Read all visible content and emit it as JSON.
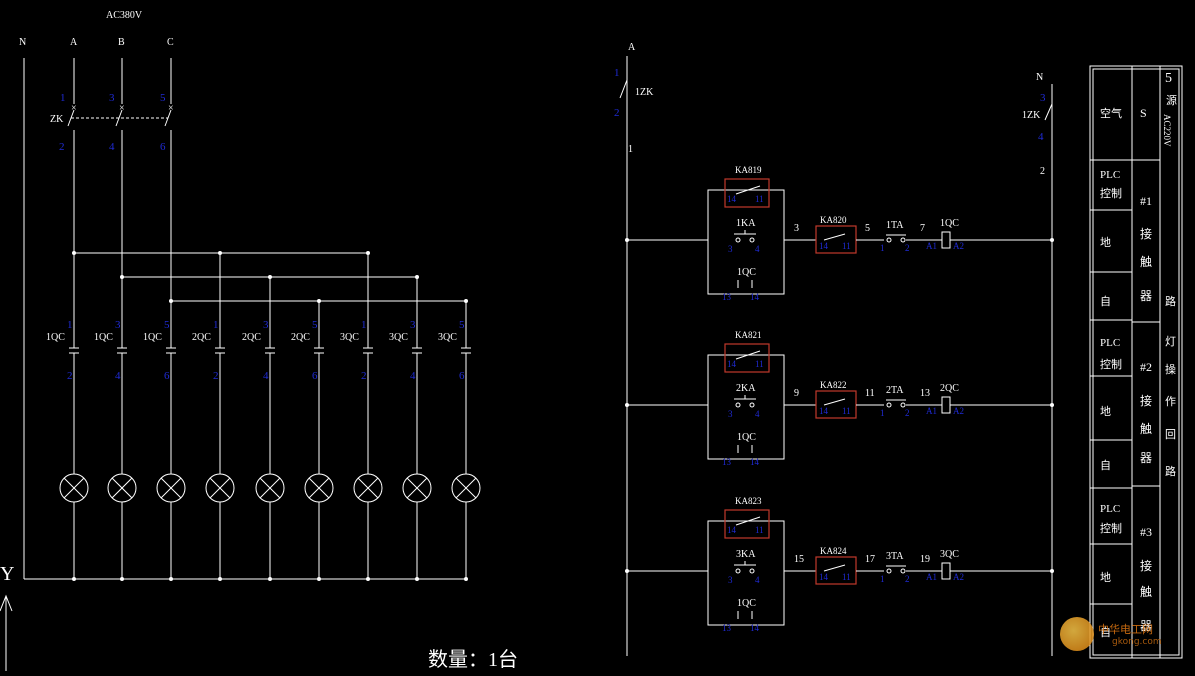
{
  "power": {
    "supply": "AC380V",
    "n": "N",
    "a": "A",
    "b": "B",
    "c": "C",
    "breaker": "ZK",
    "top_terms": [
      "1",
      "3",
      "5"
    ],
    "bot_terms": [
      "2",
      "4",
      "6"
    ]
  },
  "lamps": {
    "labels": [
      "1QC",
      "1QC",
      "1QC",
      "2QC",
      "2QC",
      "2QC",
      "3QC",
      "3QC",
      "3QC"
    ],
    "top_terms": [
      "1",
      "3",
      "5",
      "1",
      "3",
      "5",
      "1",
      "3",
      "5"
    ],
    "bot_terms": [
      "2",
      "4",
      "6",
      "2",
      "4",
      "6",
      "2",
      "4",
      "6"
    ]
  },
  "bottom": {
    "quantity": "数量：1台",
    "axis_y": "Y"
  },
  "control": {
    "phase": "A",
    "neutral": "N",
    "breaker_left": "1ZK",
    "breaker_right": "1ZK",
    "left_top_term": "1",
    "left_bot_term": "2",
    "right_top_term": "3",
    "right_bot_term": "4",
    "wire_left": "1",
    "wire_right": "2",
    "rungs": [
      {
        "ka_top": "KA819",
        "ka_top_t1": "14",
        "ka_top_t2": "11",
        "btn": "1KA",
        "btn_t1": "3",
        "btn_t2": "4",
        "hold": "1QC",
        "hold_t1": "13",
        "hold_t2": "14",
        "w1": "3",
        "ka_mid": "KA820",
        "ka_mid_t1": "14",
        "ka_mid_t2": "11",
        "w2": "5",
        "ta": "1TA",
        "ta_t1": "1",
        "ta_t2": "2",
        "w3": "7",
        "coil": "1QC",
        "coil_t1": "A1",
        "coil_t2": "A2"
      },
      {
        "ka_top": "KA821",
        "ka_top_t1": "14",
        "ka_top_t2": "11",
        "btn": "2KA",
        "btn_t1": "3",
        "btn_t2": "4",
        "hold": "1QC",
        "hold_t1": "13",
        "hold_t2": "14",
        "w1": "9",
        "ka_mid": "KA822",
        "ka_mid_t1": "14",
        "ka_mid_t2": "11",
        "w2": "11",
        "ta": "2TA",
        "ta_t1": "1",
        "ta_t2": "2",
        "w3": "13",
        "coil": "2QC",
        "coil_t1": "A1",
        "coil_t2": "A2"
      },
      {
        "ka_top": "KA823",
        "ka_top_t1": "14",
        "ka_top_t2": "11",
        "btn": "3KA",
        "btn_t1": "3",
        "btn_t2": "4",
        "hold": "1QC",
        "hold_t1": "13",
        "hold_t2": "14",
        "w1": "15",
        "ka_mid": "KA824",
        "ka_mid_t1": "14",
        "ka_mid_t2": "11",
        "w2": "17",
        "ta": "3TA",
        "ta_t1": "1",
        "ta_t2": "2",
        "w3": "19",
        "coil": "3QC",
        "coil_t1": "A1",
        "coil_t2": "A2"
      }
    ]
  },
  "sidebar": {
    "col1": [
      "空气",
      "PLC",
      "控制",
      "地",
      "自",
      "PLC",
      "控制",
      "地",
      "自",
      "PLC",
      "控制",
      "地",
      "自"
    ],
    "col2": [
      "S",
      "#1",
      "接",
      "触",
      "器",
      "#2",
      "接",
      "触",
      "器",
      "#3",
      "接",
      "触",
      "器"
    ],
    "col3": [
      "5",
      "源",
      "AC220V",
      "路",
      "灯",
      "操",
      "作",
      "回",
      "路"
    ]
  },
  "watermark": {
    "text": "中华电工网",
    "sub": "gkong.com"
  }
}
